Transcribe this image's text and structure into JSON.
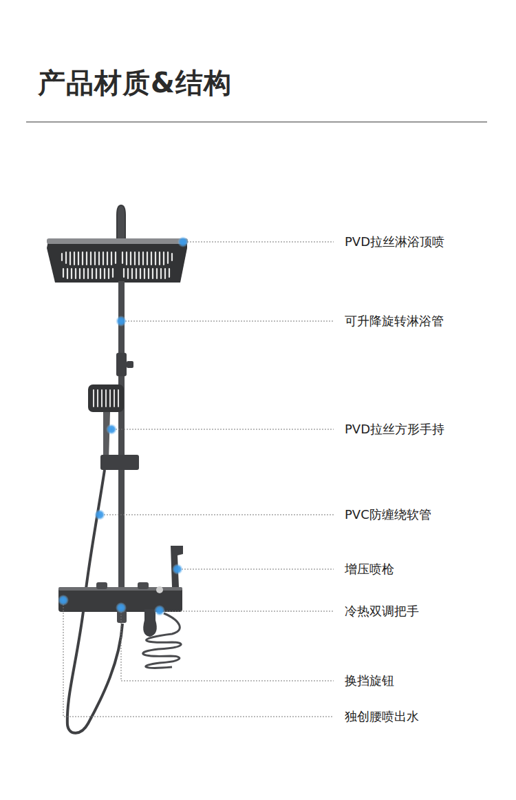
{
  "diagram": {
    "title": "产品材质&结构",
    "labels": [
      "PVD拉丝淋浴顶喷",
      "可升降旋转淋浴管",
      "PVD拉丝方形手持",
      "PVC防缠绕软管",
      "增压喷枪",
      "冷热双调把手",
      "换挡旋钮",
      "独创腰喷出水"
    ]
  }
}
